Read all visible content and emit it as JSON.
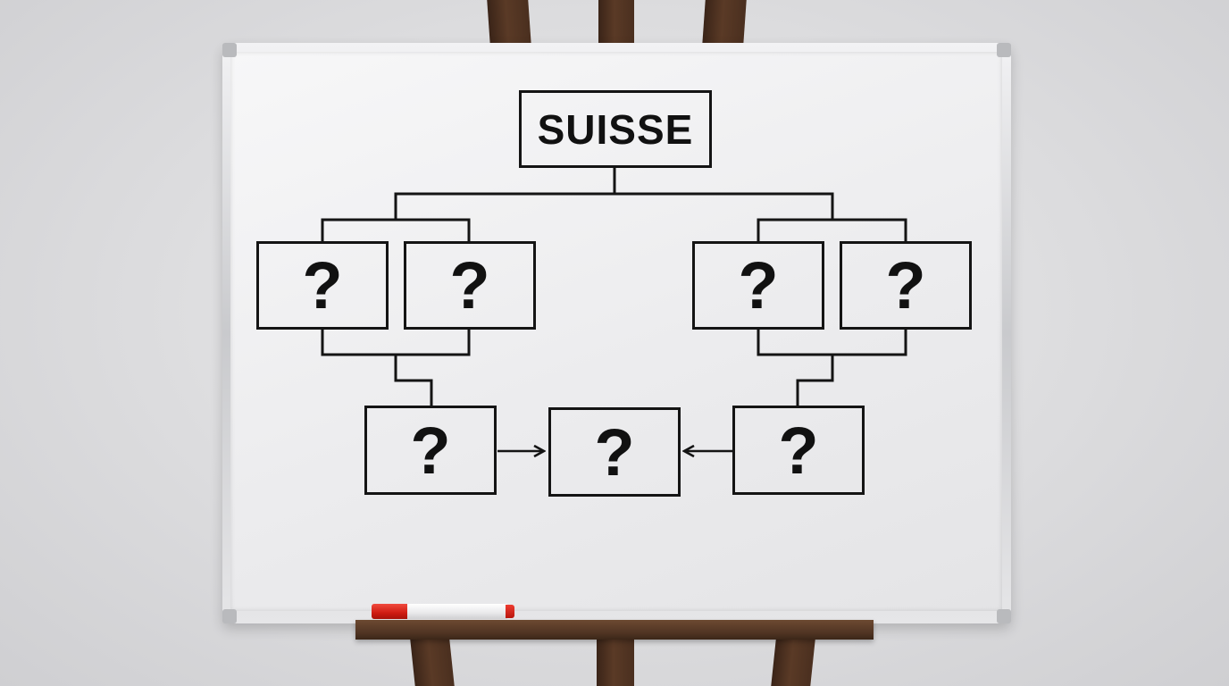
{
  "board": {
    "root_label": "SUISSE",
    "nodes": [
      {
        "id": "top-left-a",
        "label": "?"
      },
      {
        "id": "top-left-b",
        "label": "?"
      },
      {
        "id": "top-right-a",
        "label": "?"
      },
      {
        "id": "top-right-b",
        "label": "?"
      },
      {
        "id": "bottom-left",
        "label": "?"
      },
      {
        "id": "bottom-center",
        "label": "?"
      },
      {
        "id": "bottom-right",
        "label": "?"
      }
    ]
  },
  "colors": {
    "ink": "#141414",
    "marker_cap": "#cf1c12",
    "easel_wood": "#4e3322"
  }
}
